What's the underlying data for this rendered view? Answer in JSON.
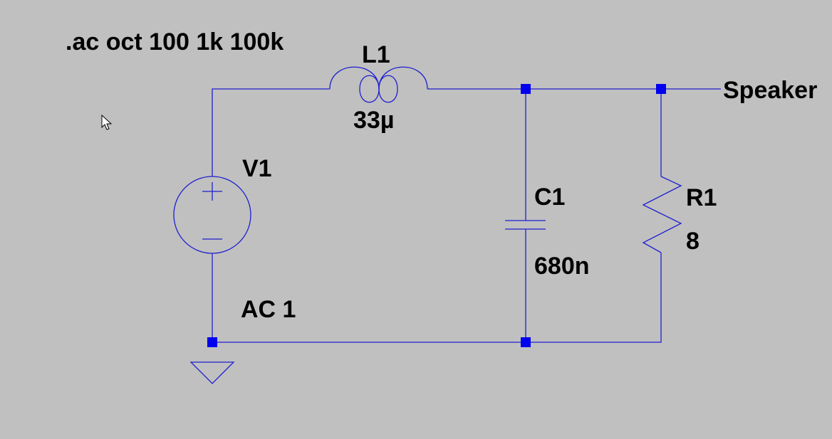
{
  "directive": ".ac oct 100 1k 100k",
  "components": {
    "inductor": {
      "name": "L1",
      "value": "33µ"
    },
    "source": {
      "name": "V1",
      "value": "AC 1"
    },
    "capacitor": {
      "name": "C1",
      "value": "680n"
    },
    "resistor": {
      "name": "R1",
      "value": "8"
    }
  },
  "net_label": "Speaker",
  "icons": [
    "mouse-cursor-icon",
    "ground-icon"
  ],
  "colors": {
    "background": "#c0c0c0",
    "wire": "#1f1fcf",
    "node": "#0000ee",
    "text": "#000000"
  }
}
